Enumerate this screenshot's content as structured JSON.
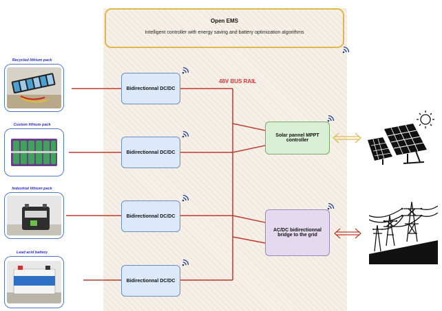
{
  "ems": {
    "title": "Open EMS",
    "subtitle": "Intelligent controller with energy saving and battery optimization algorithms"
  },
  "bus_rail_label": "48V BUS RAIL",
  "batteries": [
    {
      "label": "Recycled lithium pack"
    },
    {
      "label": "Custom lithium pack"
    },
    {
      "label": "Industrial lithium pack"
    },
    {
      "label": "Lead acid battery"
    }
  ],
  "converters": [
    {
      "label": "Bidirectionnal DC/DC"
    },
    {
      "label": "Bidirectionnal DC/DC"
    },
    {
      "label": "Bidirectionnal DC/DC"
    },
    {
      "label": "Bidirectionnal DC/DC"
    }
  ],
  "mppt": {
    "label": "Solar pannel MPPT controller"
  },
  "acdc": {
    "label": "AC/DC bidirectionnal bridge to the grid"
  },
  "colors": {
    "bus_line": "#c0392b",
    "solar_arrow": "#e0b84a",
    "grid_arrow": "#c0392b",
    "ems_border": "#e0b84a"
  },
  "icons": {
    "wireless": "wifi-icon",
    "solar": "solar-panel-icon",
    "sun": "sun-icon",
    "grid": "power-pylon-icon"
  }
}
